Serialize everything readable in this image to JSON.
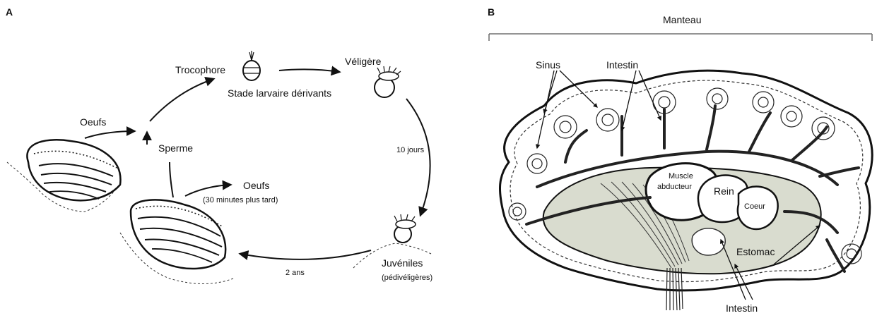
{
  "panel_a": {
    "letter": "A",
    "labels": {
      "trocophore": "Trocophore",
      "stade": "Stade larvaire dérivants",
      "veligere": "Véligère",
      "oeufs_top": "Oeufs",
      "sperme": "Sperme",
      "oeufs_lower": "Oeufs",
      "oeufs_note": "(30 minutes plus tard)",
      "dix_jours": "10 jours",
      "juveniles": "Juvéniles",
      "pediveligeres": "(pédivéligères)",
      "deux_ans": "2 ans"
    }
  },
  "panel_b": {
    "letter": "B",
    "labels": {
      "manteau": "Manteau",
      "sinus": "Sinus",
      "intestin_top": "Intestin",
      "muscle_1": "Muscle",
      "muscle_2": "abducteur",
      "rein": "Rein",
      "coeur": "Coeur",
      "estomac": "Estomac",
      "intestin_bottom": "Intestin"
    }
  },
  "colors": {
    "ink": "#1a1a1a",
    "organ_fill": "#d9dccf",
    "line": "#222222"
  }
}
